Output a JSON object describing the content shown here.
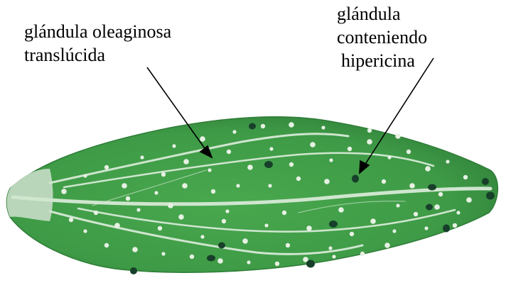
{
  "labels": {
    "oil_gland": [
      "glándula oleaginosa",
      "translúcida"
    ],
    "hypericin_gland": [
      "glándula",
      "conteniendo",
      "hipericina"
    ]
  },
  "colors": {
    "leaf": "#3e9a46",
    "leaf_dark": "#2f7d38",
    "vein": "#cfe6cf",
    "translucent_gland": "#e6f1e3",
    "dark_gland": "#17402a",
    "arrow": "#000000"
  }
}
